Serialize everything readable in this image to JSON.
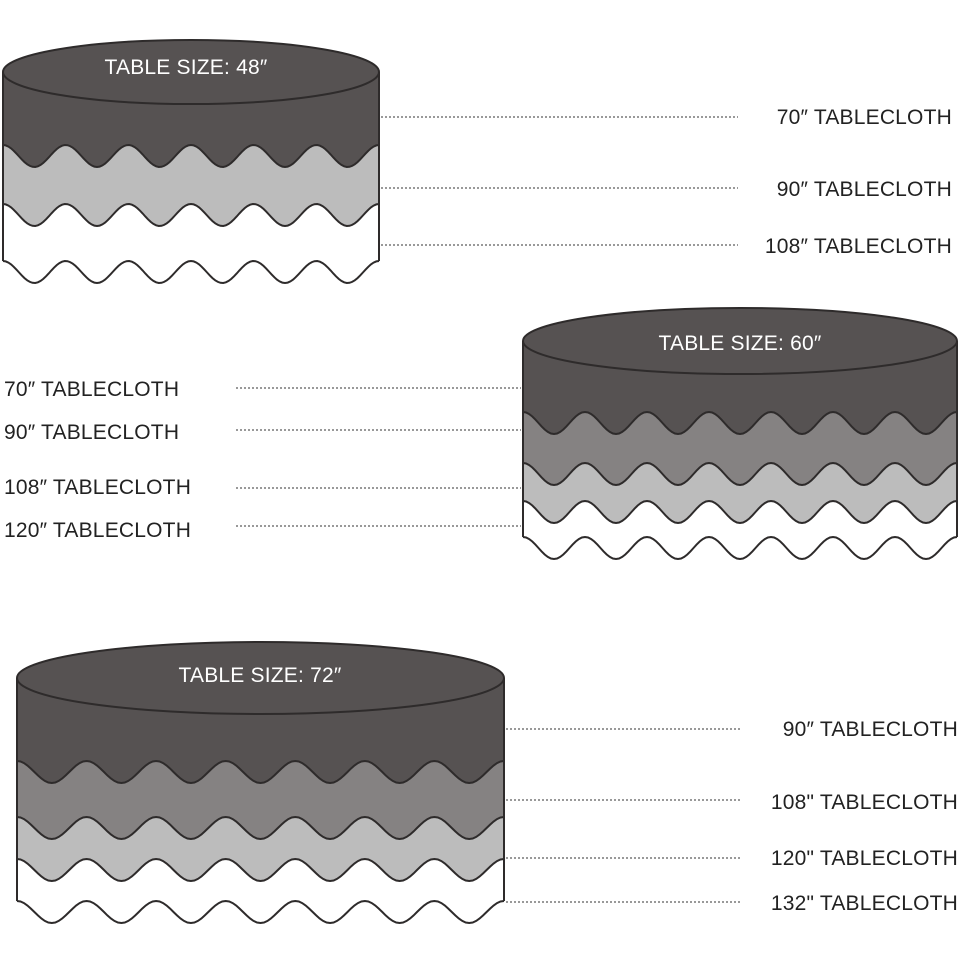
{
  "colors": {
    "top": "#565252",
    "outline": "#2e2b2b",
    "layers": [
      "#565252",
      "#858282",
      "#bcbcbc",
      "#ffffff"
    ],
    "text": "#222222",
    "title_text": "#ffffff"
  },
  "tables": [
    {
      "title": "TABLE SIZE: 48″",
      "label_side": "right",
      "labels": [
        "70″ TABLECLOTH",
        "90″ TABLECLOTH",
        "108″ TABLECLOTH"
      ]
    },
    {
      "title": "TABLE SIZE: 60″",
      "label_side": "left",
      "labels": [
        "70″ TABLECLOTH",
        "90″ TABLECLOTH",
        "108″ TABLECLOTH",
        "120″ TABLECLOTH"
      ]
    },
    {
      "title": "TABLE SIZE: 72″",
      "label_side": "right",
      "labels": [
        "90″ TABLECLOTH",
        "108\" TABLECLOTH",
        "120\" TABLECLOTH",
        "132\" TABLECLOTH"
      ]
    }
  ]
}
